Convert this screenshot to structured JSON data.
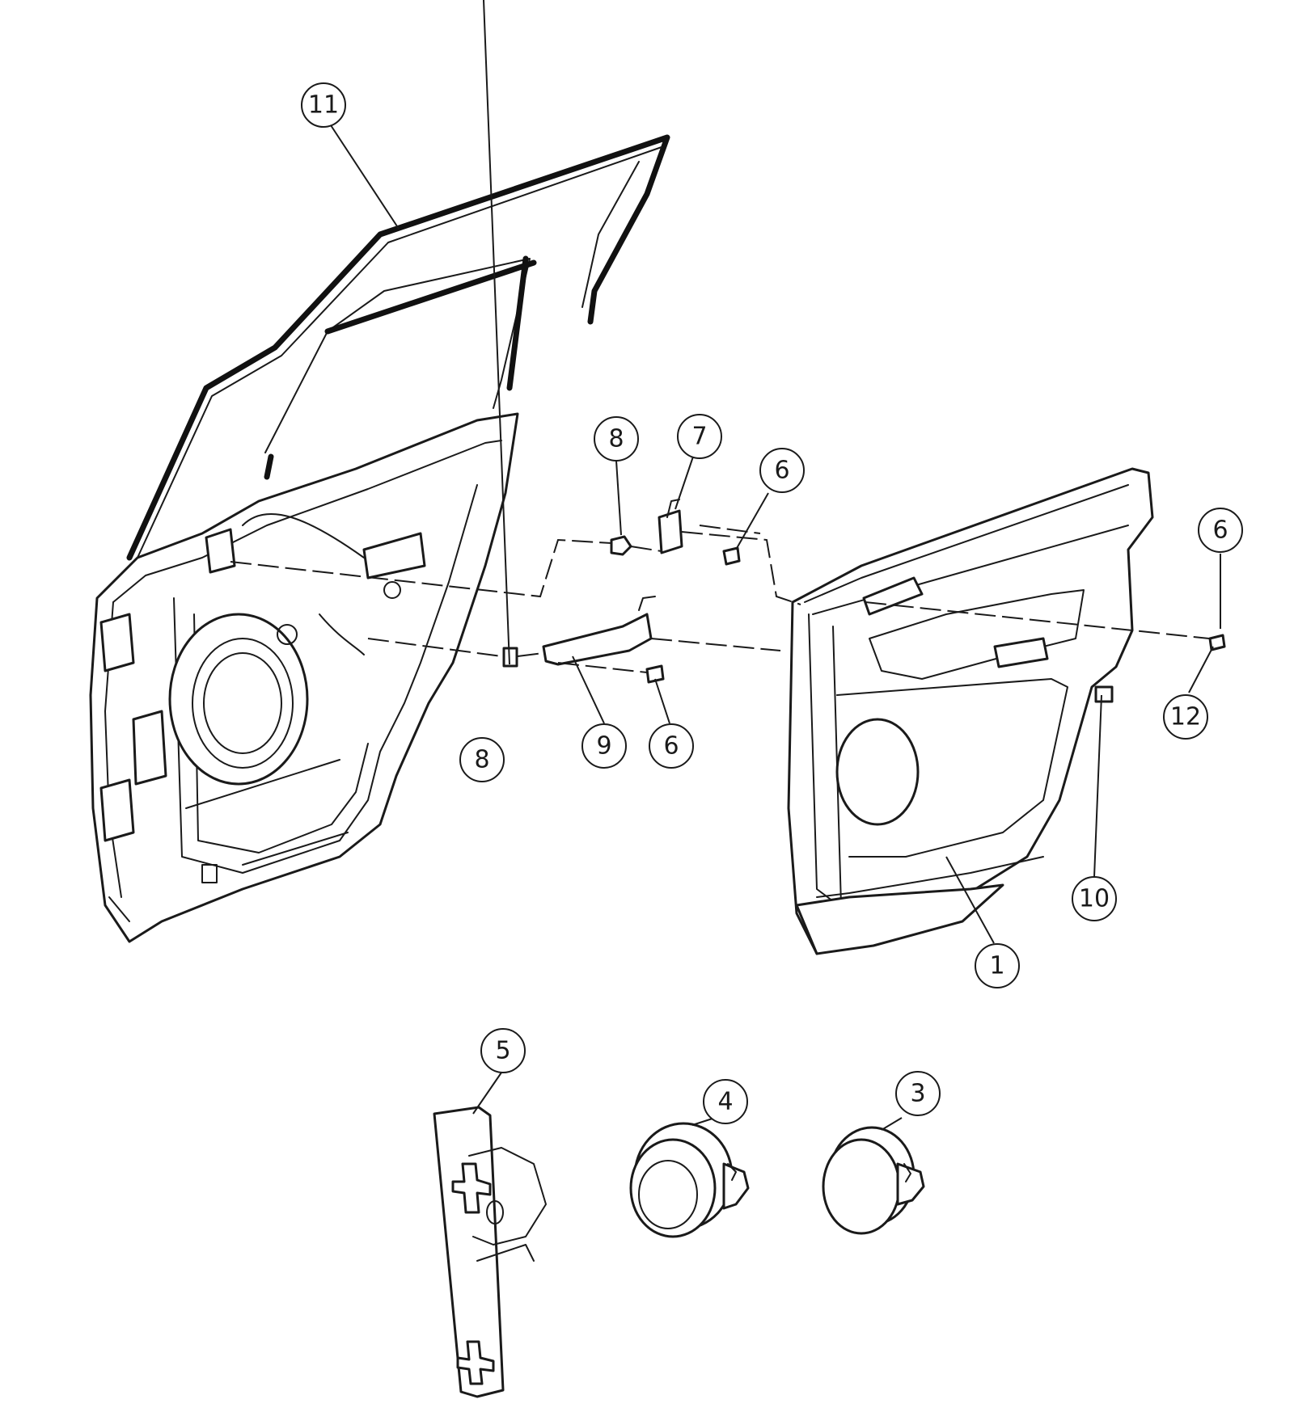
{
  "callouts": {
    "c11": "11",
    "c8a": "8",
    "c7": "7",
    "c6a": "6",
    "c6b": "6",
    "c12": "12",
    "c8b": "8",
    "c9": "9",
    "c6c": "6",
    "c10": "10",
    "c1": "1",
    "c5": "5",
    "c4": "4",
    "c3": "3"
  },
  "colors": {
    "line": "#1a1a1a",
    "background": "#ffffff"
  }
}
